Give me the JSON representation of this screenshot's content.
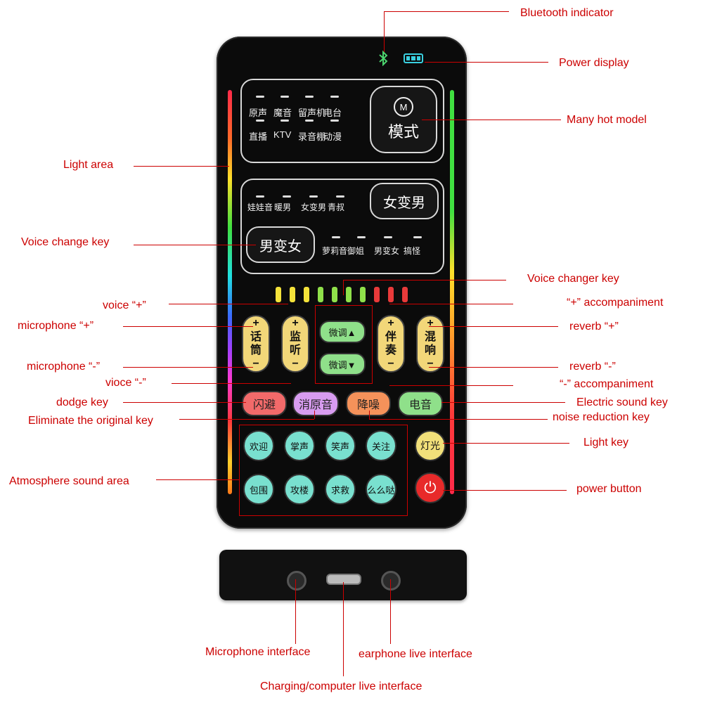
{
  "callouts": {
    "bluetooth": "Bluetooth indicator",
    "power_display": "Power display",
    "hot_model": "Many hot model",
    "light_area": "Light area",
    "voice_change_key": "Voice change key",
    "voice_changer_key": "Voice changer key",
    "voice_plus": "voice “+”",
    "accomp_plus": "“+” accompaniment",
    "mic_plus": "microphone “+”",
    "reverb_plus": "reverb “+”",
    "mic_minus": "microphone “-”",
    "reverb_minus": "reverb “-”",
    "voice_minus": "vioce “-”",
    "accomp_minus": "“-” accompaniment",
    "dodge": "dodge key",
    "electric": "Electric sound key",
    "eliminate": "Eliminate the original key",
    "noise": "noise reduction key",
    "light_key": "Light key",
    "atmosphere": "Atmosphere sound area",
    "power_button": "power button",
    "mic_interface": "Microphone interface",
    "earphone_interface": "earphone live interface",
    "charging_interface": "Charging/computer live interface"
  },
  "device": {
    "modes_row1": [
      "原声",
      "魔音",
      "留声机",
      "电台"
    ],
    "modes_row2": [
      "直播",
      "KTV",
      "录音棚",
      "动漫"
    ],
    "mode_key_icon": "M",
    "mode_key": "模式",
    "f2m_modes": [
      "娃娃音",
      "暖男",
      "女变男",
      "青叔"
    ],
    "f2m_key": "女变男",
    "m2f_key": "男变女",
    "m2f_modes": [
      "萝莉音",
      "御姐",
      "男变女",
      "搞怪"
    ],
    "sliders": [
      {
        "plus": "+",
        "label": "话筒",
        "minus": "−",
        "color": "#f2d779"
      },
      {
        "plus": "+",
        "label": "监听",
        "minus": "−",
        "color": "#f2d779"
      },
      {
        "plus": "+",
        "label": "伴奏",
        "minus": "−",
        "color": "#f2d779"
      },
      {
        "plus": "+",
        "label": "混响",
        "minus": "−",
        "color": "#f2d779"
      }
    ],
    "fine_up": "微调▲",
    "fine_down": "微调▼",
    "function_keys": [
      {
        "label": "闪避",
        "color": "#f26a6a"
      },
      {
        "label": "消原音",
        "color": "#d89cf0"
      },
      {
        "label": "降噪",
        "color": "#f5925a"
      },
      {
        "label": "电音",
        "color": "#8fe08a"
      }
    ],
    "atmosphere_keys": [
      "欢迎",
      "掌声",
      "笑声",
      "关注",
      "包围",
      "攻楼",
      "求救",
      "么么哒"
    ],
    "light_key": "灯光",
    "power_icon": "⏻",
    "bluetooth_icon": "bluetooth-icon",
    "battery_icon": "battery-icon",
    "level_colors": [
      "#f4e23a",
      "#f4e23a",
      "#f4e23a",
      "#8fe04a",
      "#8fe04a",
      "#8fe04a",
      "#8fe04a",
      "#e83a3a",
      "#e83a3a",
      "#e83a3a"
    ]
  }
}
